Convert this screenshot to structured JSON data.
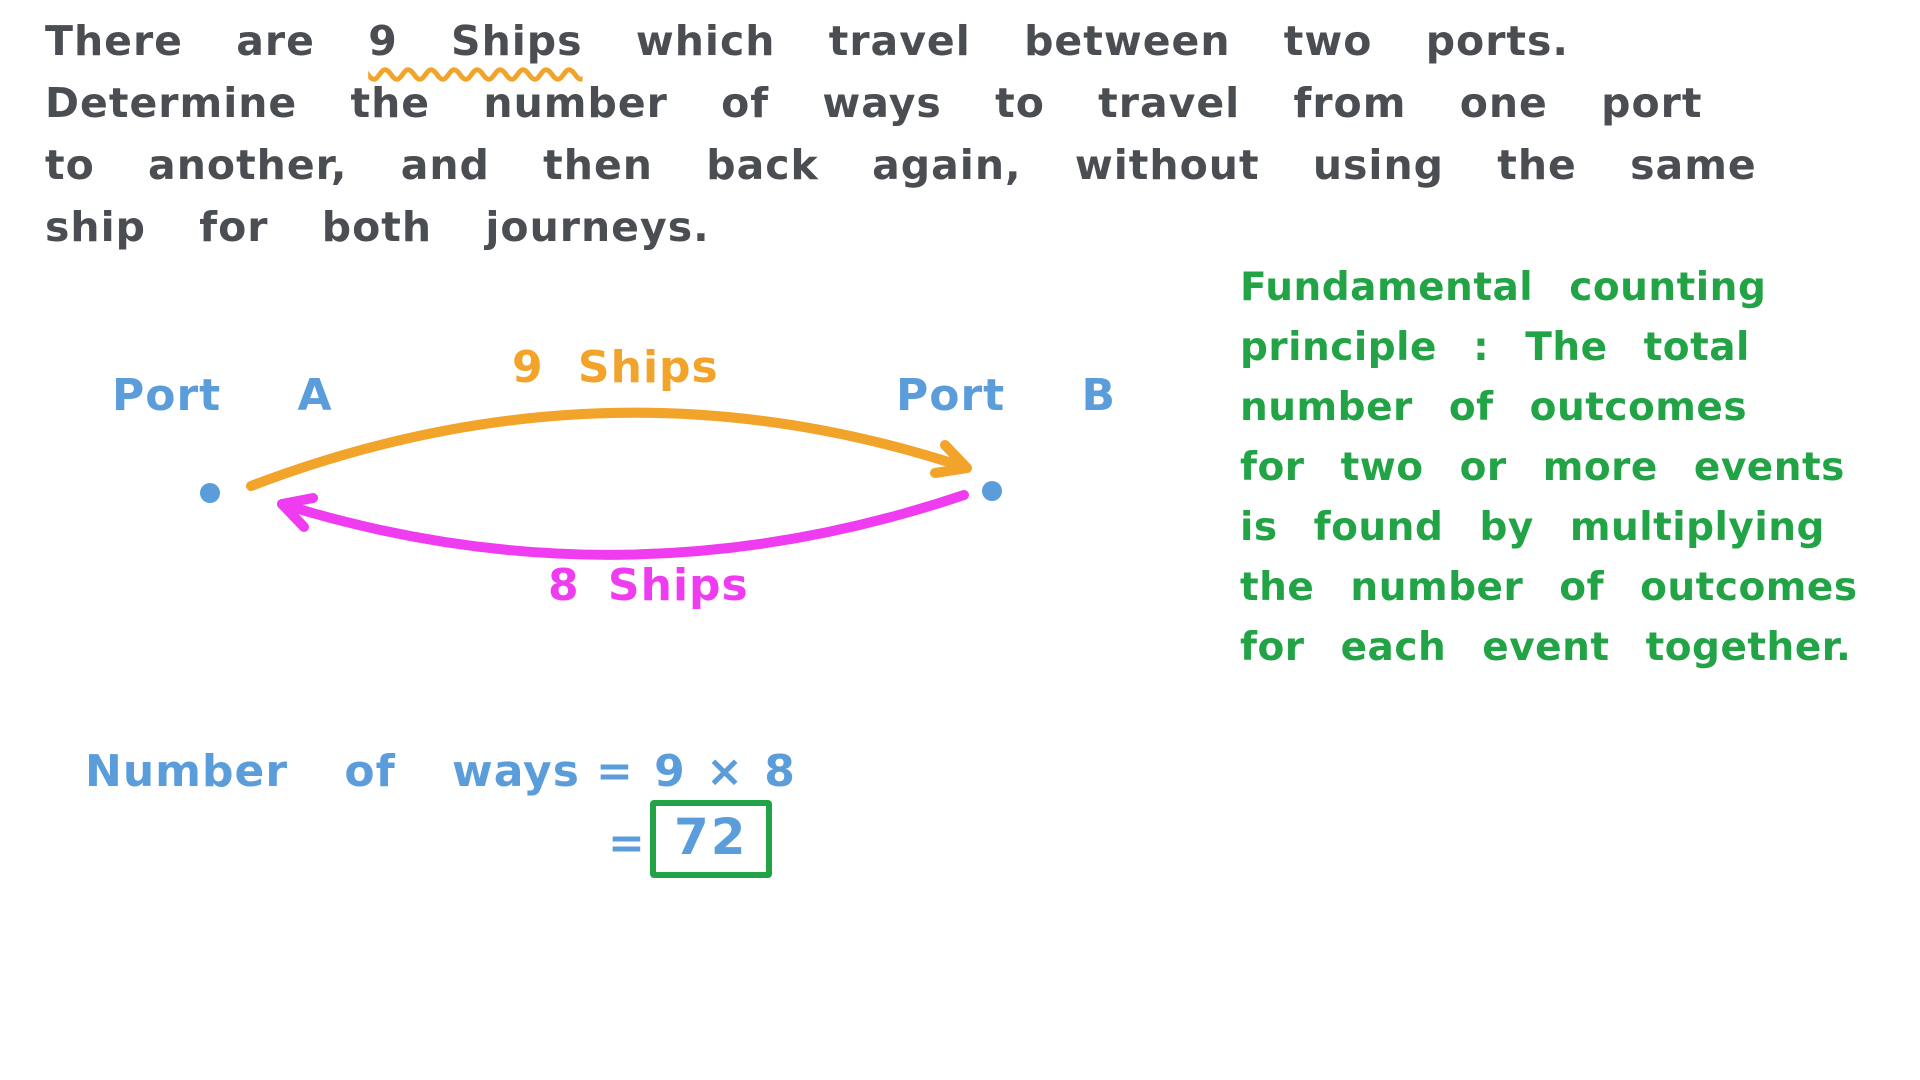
{
  "problem": {
    "line1_before": "There are ",
    "line1_highlight": "9 Ships",
    "line1_after": " which travel between two ports.",
    "line2": "Determine the number of ways to travel from one port",
    "line3": "to another, and then back again, without using the same",
    "line4": "ship for both journeys."
  },
  "diagram": {
    "port_a_label": "Port A",
    "port_b_label": "Port B",
    "forward_arrow_label": "9 Ships",
    "return_arrow_label": "8 Ships"
  },
  "note": {
    "lines": [
      "Fundamental counting",
      "principle : The total",
      "number of outcomes",
      "for two or more events",
      "is found by multiplying",
      "the number of outcomes",
      "for each event together."
    ]
  },
  "solution": {
    "lhs": "Number of ways",
    "equation": "= 9 × 8",
    "equals_sign": "=",
    "result": "72"
  },
  "colors": {
    "ink": "#4a4d52",
    "blue": "#5b9dda",
    "orange": "#f2a42a",
    "magenta": "#f03cf0",
    "green": "#22a446"
  }
}
